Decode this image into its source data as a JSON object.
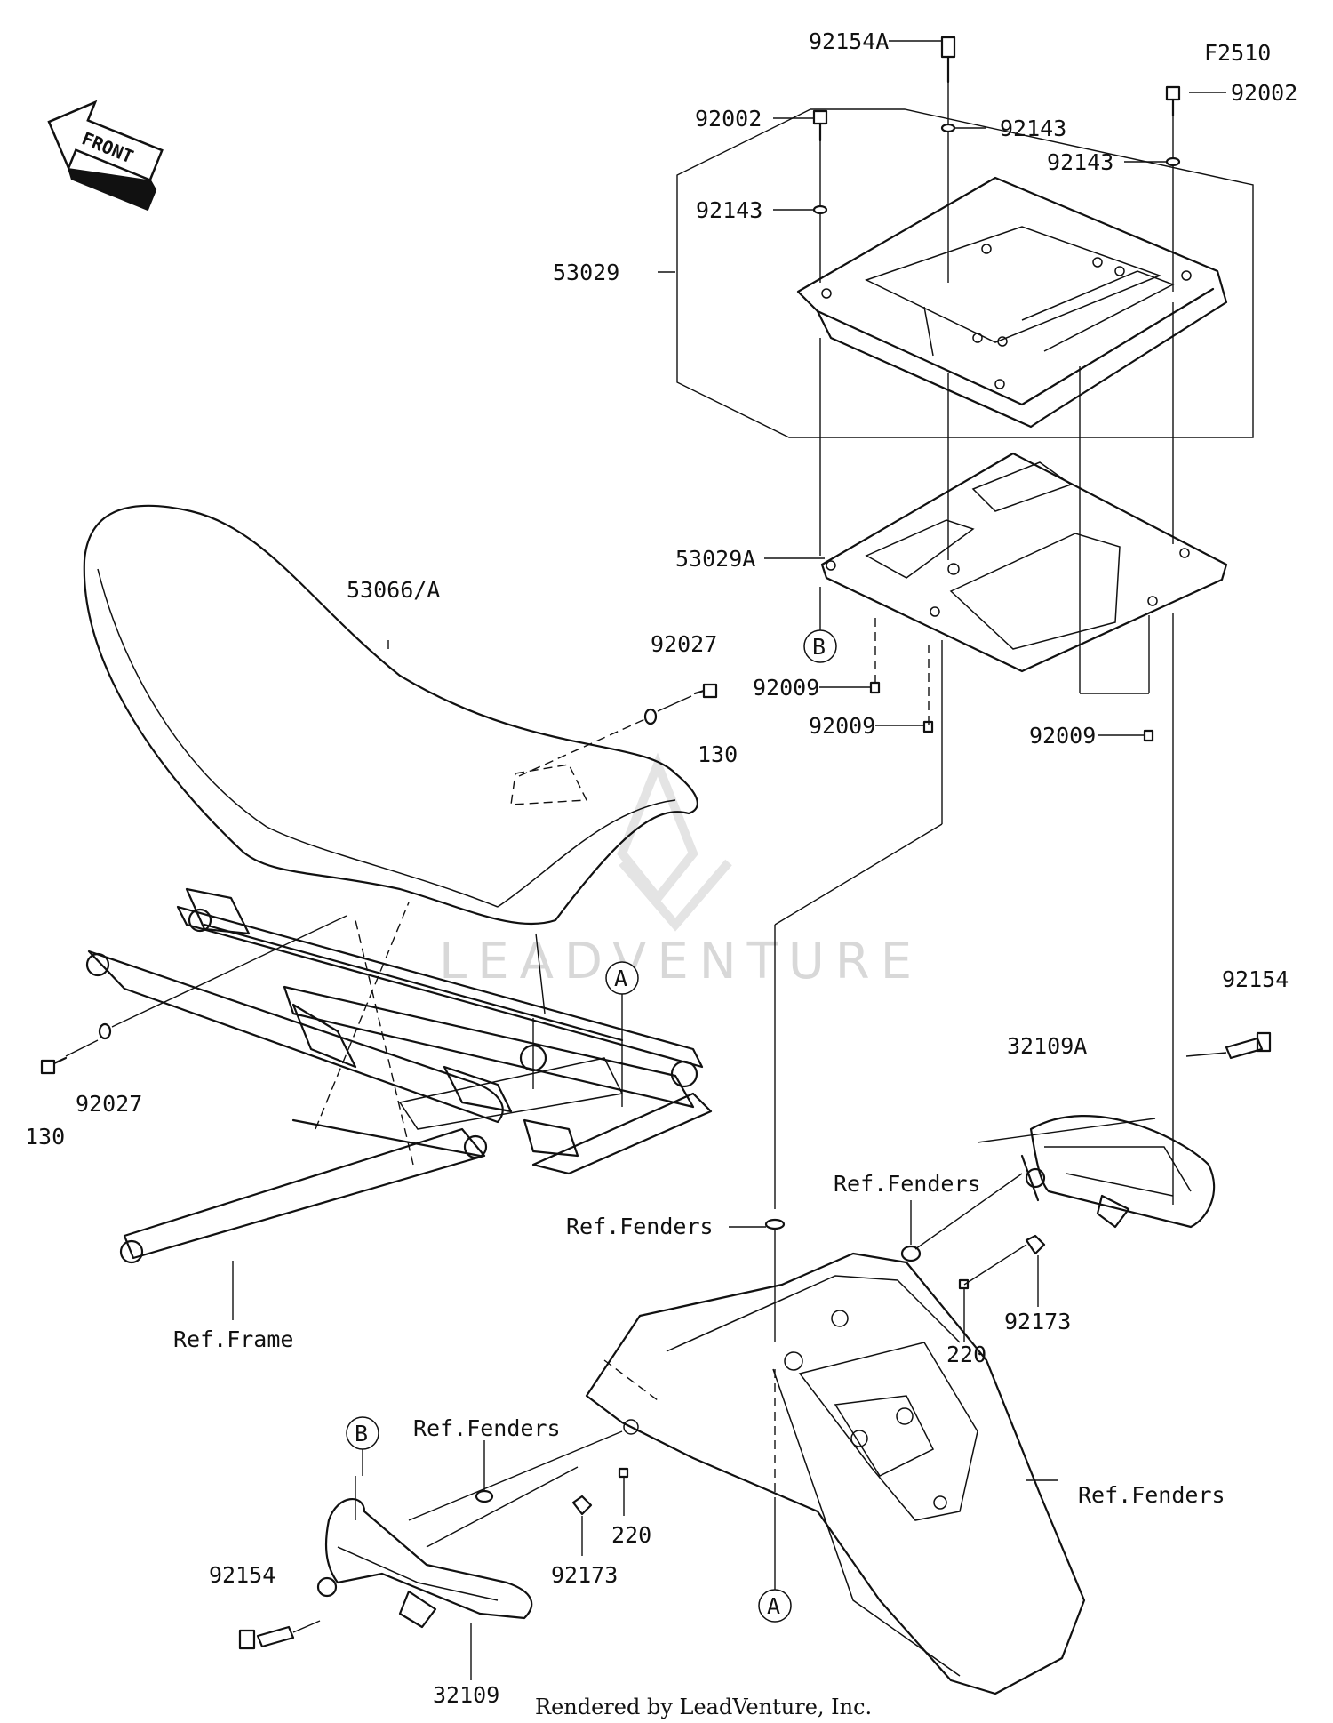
{
  "diagram_code": "F2510",
  "front_badge": "FRONT",
  "credit": "Rendered by LeadVenture, Inc.",
  "watermark": "LEADVENTURE",
  "labels": {
    "p92154A": "92154A",
    "p92002_left": "92002",
    "p92002_right": "92002",
    "p92143_center": "92143",
    "p92143_right": "92143",
    "p92143_left": "92143",
    "p53029": "53029",
    "p53029A": "53029A",
    "p92009_a": "92009",
    "p92009_b": "92009",
    "p92009_c": "92009",
    "p53066A": "53066/A",
    "p92027_top": "92027",
    "p130_top": "130",
    "p92027_bottom": "92027",
    "p130_bottom": "130",
    "p92154_right": "92154",
    "p32109A": "32109A",
    "ref_fenders_1": "Ref.Fenders",
    "ref_fenders_2": "Ref.Fenders",
    "ref_fenders_3": "Ref.Fenders",
    "ref_fenders_4": "Ref.Fenders",
    "ref_frame": "Ref.Frame",
    "p220_right": "220",
    "p92173_right": "92173",
    "p220_left": "220",
    "p92173_left": "92173",
    "p92154_left": "92154",
    "p32109": "32109"
  },
  "callouts": {
    "a_top": "A",
    "a_bottom": "A",
    "b_top": "B",
    "b_bottom": "B"
  }
}
